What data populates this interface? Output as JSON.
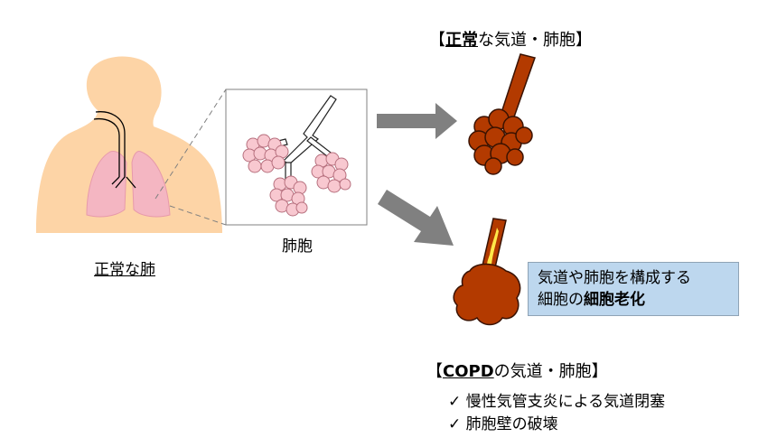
{
  "labels": {
    "normal_lung": "正常な肺",
    "alveoli": "肺胞"
  },
  "normal_title": {
    "open": "【",
    "bold": "正常",
    "rest": "な気道・肺胞",
    "close": "】"
  },
  "copd_title": {
    "open": "【",
    "bold": "COPD",
    "rest": "の気道・肺胞",
    "close": "】"
  },
  "info_box": {
    "line1": "気道や肺胞を構成する",
    "line2_prefix": "細胞の",
    "line2_bold": "細胞老化"
  },
  "copd_points": [
    {
      "mark": "✓",
      "text": "慢性気管支炎による気道閉塞"
    },
    {
      "mark": "✓",
      "text": "肺胞壁の破壊"
    }
  ],
  "colors": {
    "body_fill": "#fdd4a6",
    "lung_fill": "#f4b6c2",
    "alveoli_fill": "#f8c8d0",
    "airway_fill": "#b33a00",
    "arrow_fill": "#808080",
    "info_box_fill": "#bdd7ee",
    "mucus_fill": "#ffe84a"
  }
}
